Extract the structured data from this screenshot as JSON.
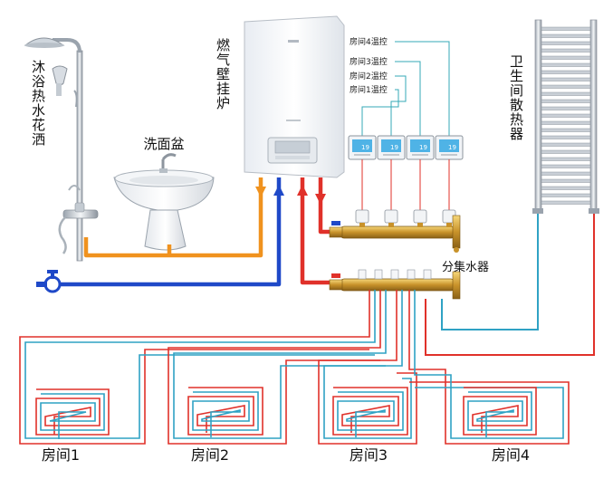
{
  "labels": {
    "shower": "沐浴热水花洒",
    "basin": "洗面盆",
    "boiler": "燃气壁挂炉",
    "radiator": "卫生间散热器",
    "manifold": "分集水器"
  },
  "thermostats": [
    "房间1温控",
    "房间2温控",
    "房间3温控",
    "房间4温控"
  ],
  "rooms": [
    "房间1",
    "房间2",
    "房间3",
    "房间4"
  ],
  "colors": {
    "hot": "#e0312a",
    "cold": "#2fa2c4",
    "supply": "#f0921e",
    "mains": "#1f49c8",
    "ctrl": "#35a9b7",
    "brass": "#d8a536"
  }
}
